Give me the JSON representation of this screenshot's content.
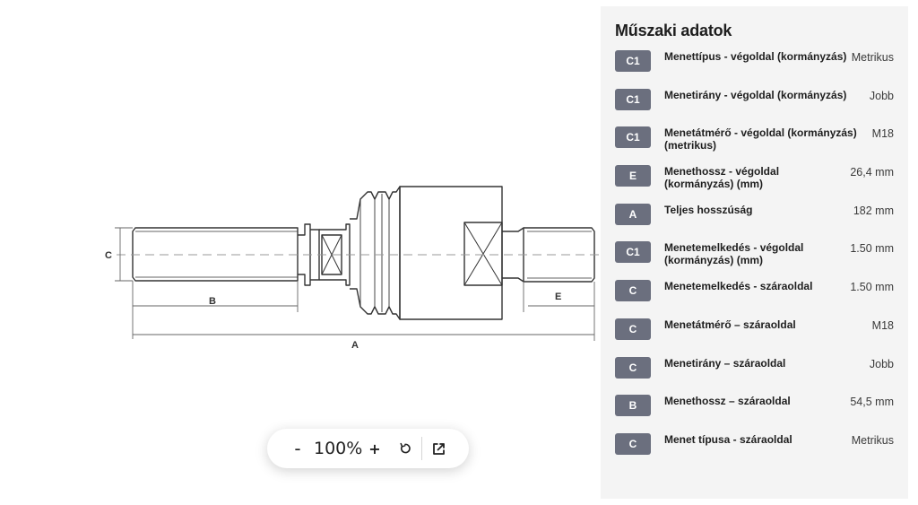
{
  "drawing": {
    "dimension_labels": {
      "a": "A",
      "b": "B",
      "c": "C",
      "e": "E"
    }
  },
  "zoom": {
    "minus_label": "-",
    "level": "100%",
    "plus_label": "+",
    "reset_icon": "rotate-ccw-icon",
    "open_icon": "external-link-icon"
  },
  "specs": {
    "title": "Műszaki adatok",
    "rows": [
      {
        "badge": "C1",
        "label": "Menettípus - végoldal (kormányzás)",
        "value": "Metrikus"
      },
      {
        "badge": "C1",
        "label": "Menetirány - végoldal (kormányzás)",
        "value": "Jobb"
      },
      {
        "badge": "C1",
        "label": "Menetátmérő - végoldal (kormányzás) (metrikus)",
        "value": "M18"
      },
      {
        "badge": "E",
        "label": "Menethossz - végoldal (kormányzás) (mm)",
        "value": "26,4 mm"
      },
      {
        "badge": "A",
        "label": "Teljes hosszúság",
        "value": "182 mm"
      },
      {
        "badge": "C1",
        "label": "Menetemelkedés - végoldal (kormányzás) (mm)",
        "value": "1.50 mm"
      },
      {
        "badge": "C",
        "label": "Menetemelkedés - száraoldal",
        "value": "1.50 mm"
      },
      {
        "badge": "C",
        "label": "Menetátmérő – száraoldal",
        "value": "M18"
      },
      {
        "badge": "C",
        "label": "Menetirány – száraoldal",
        "value": "Jobb"
      },
      {
        "badge": "B",
        "label": "Menethossz – száraoldal",
        "value": "54,5 mm"
      },
      {
        "badge": "C",
        "label": "Menet típusa - száraoldal",
        "value": "Metrikus"
      }
    ]
  }
}
